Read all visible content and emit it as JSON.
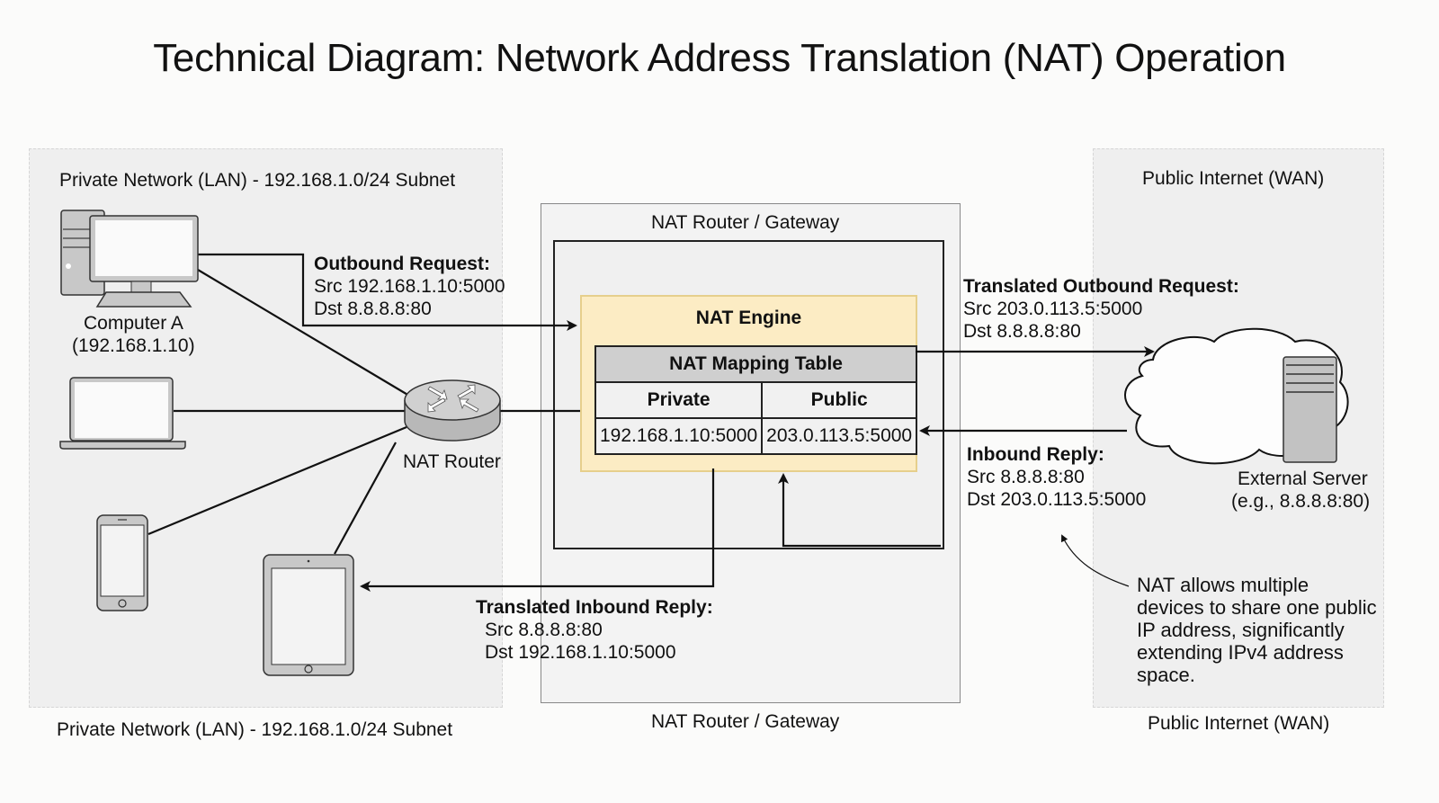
{
  "title": "Technical Diagram: Network Address Translation (NAT) Operation",
  "zones": {
    "lan": {
      "label_top": "Private Network (LAN) - 192.168.1.0/24 Subnet",
      "label_bottom": "Private Network (LAN) - 192.168.1.0/24 Subnet"
    },
    "gateway": {
      "label_top": "NAT Router / Gateway",
      "label_bottom": "NAT Router / Gateway"
    },
    "wan": {
      "label_top": "Public Internet (WAN)",
      "label_bottom": "Public Internet (WAN)"
    }
  },
  "devices": {
    "computer_a": {
      "icon": "desktop-computer-icon",
      "name": "Computer A",
      "ip": "(192.168.1.10)"
    },
    "laptop": {
      "icon": "laptop-icon"
    },
    "phone": {
      "icon": "smartphone-icon"
    },
    "tablet": {
      "icon": "tablet-icon"
    },
    "router": {
      "icon": "router-icon",
      "name": "NAT Router"
    },
    "server": {
      "icon": "server-icon",
      "name": "External Server",
      "ip": "(e.g., 8.8.8.8:80)"
    },
    "cloud": {
      "icon": "cloud-icon"
    }
  },
  "nat_engine": {
    "title": "NAT Engine",
    "table": {
      "title": "NAT Mapping Table",
      "columns": [
        "Private",
        "Public"
      ],
      "rows": [
        [
          "192.168.1.10:5000",
          "203.0.113.5:5000"
        ]
      ]
    }
  },
  "flows": {
    "outbound": {
      "title": "Outbound Request:",
      "src": "Src 192.168.1.10:5000",
      "dst": "Dst 8.8.8.8:80"
    },
    "translated_outbound": {
      "title": "Translated Outbound Request:",
      "src": "Src 203.0.113.5:5000",
      "dst": "Dst 8.8.8.8:80"
    },
    "inbound": {
      "title": "Inbound Reply:",
      "src": "Src 8.8.8.8:80",
      "dst": "Dst 203.0.113.5:5000"
    },
    "translated_inbound": {
      "title": "Translated Inbound Reply:",
      "src": "Src 8.8.8.8:80",
      "dst": "Dst 192.168.1.10:5000"
    }
  },
  "note": {
    "lines": [
      "NAT allows multiple",
      "devices to share one public",
      "IP address, significantly",
      "extending IPv4 address",
      "space."
    ]
  },
  "colors": {
    "engine_fill": "#fcecc4",
    "engine_border": "#e6cf8c",
    "table_header": "#cfcfcf",
    "zone_fill": "#efefef",
    "device_gray": "#c8c8c8"
  }
}
